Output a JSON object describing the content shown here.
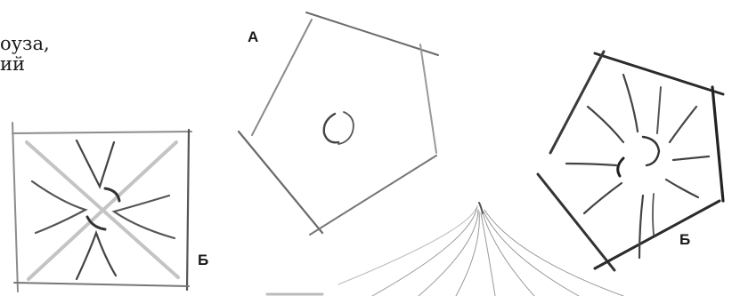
{
  "text_fragment": {
    "line1": "оуза,",
    "line2": "ий"
  },
  "labels": {
    "a": "А",
    "b_left": "Б",
    "b_right": "Б"
  },
  "colors": {
    "pencil_dark": "#2b2b2b",
    "pencil_light": "#9a9a9a"
  }
}
